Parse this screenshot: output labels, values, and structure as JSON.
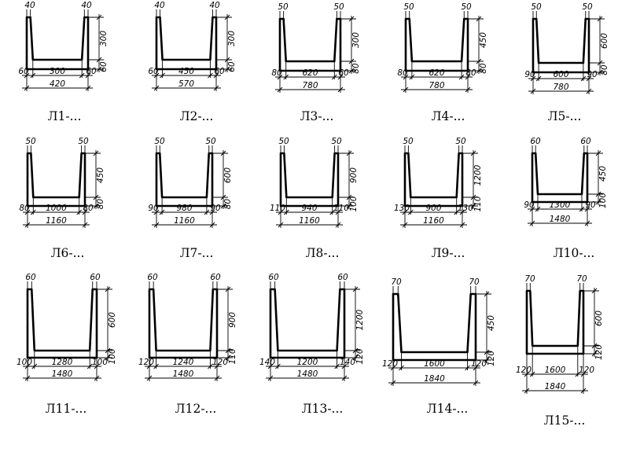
{
  "profiles": [
    {
      "caption": "Л1-...",
      "top_l": "40",
      "top_r": "40",
      "bot_l": "60",
      "inner": "300",
      "bot_r": "60",
      "total": "420",
      "height": "300",
      "thick": "60"
    },
    {
      "caption": "Л2-...",
      "top_l": "40",
      "top_r": "40",
      "bot_l": "60",
      "inner": "450",
      "bot_r": "60",
      "total": "570",
      "height": "300",
      "thick": "60"
    },
    {
      "caption": "Л3-...",
      "top_l": "50",
      "top_r": "50",
      "bot_l": "80",
      "inner": "620",
      "bot_r": "60",
      "total": "780",
      "height": "300",
      "thick": "80"
    },
    {
      "caption": "Л4-...",
      "top_l": "50",
      "top_r": "50",
      "bot_l": "80",
      "inner": "620",
      "bot_r": "80",
      "total": "780",
      "height": "450",
      "thick": "80"
    },
    {
      "caption": "Л5-...",
      "top_l": "50",
      "top_r": "50",
      "bot_l": "90",
      "inner": "600",
      "bot_r": "90",
      "total": "780",
      "height": "600",
      "thick": "80"
    },
    {
      "caption": "Л6-...",
      "top_l": "50",
      "top_r": "50",
      "bot_l": "80",
      "inner": "1000",
      "bot_r": "80",
      "total": "1160",
      "height": "450",
      "thick": "80"
    },
    {
      "caption": "Л7-...",
      "top_l": "50",
      "top_r": "50",
      "bot_l": "90",
      "inner": "980",
      "bot_r": "90",
      "total": "1160",
      "height": "600",
      "thick": "80"
    },
    {
      "caption": "Л8-...",
      "top_l": "50",
      "top_r": "50",
      "bot_l": "110",
      "inner": "940",
      "bot_r": "110",
      "total": "1160",
      "height": "900",
      "thick": "100"
    },
    {
      "caption": "Л9-...",
      "top_l": "50",
      "top_r": "50",
      "bot_l": "130",
      "inner": "900",
      "bot_r": "130",
      "total": "1160",
      "height": "1200",
      "thick": "110"
    },
    {
      "caption": "Л10-...",
      "top_l": "60",
      "top_r": "60",
      "bot_l": "90",
      "inner": "1300",
      "bot_r": "90",
      "total": "1480",
      "height": "450",
      "thick": "100"
    },
    {
      "caption": "Л11-...",
      "top_l": "60",
      "top_r": "60",
      "bot_l": "100",
      "inner": "1280",
      "bot_r": "100",
      "total": "1480",
      "height": "600",
      "thick": "100"
    },
    {
      "caption": "Л12-...",
      "top_l": "60",
      "top_r": "60",
      "bot_l": "120",
      "inner": "1240",
      "bot_r": "120",
      "total": "1480",
      "height": "900",
      "thick": "110"
    },
    {
      "caption": "Л13-...",
      "top_l": "60",
      "top_r": "60",
      "bot_l": "140",
      "inner": "1200",
      "bot_r": "140",
      "total": "1480",
      "height": "1200",
      "thick": "120"
    },
    {
      "caption": "Л14-...",
      "top_l": "70",
      "top_r": "70",
      "bot_l": "120",
      "inner": "1600",
      "bot_r": "120",
      "total": "1840",
      "height": "450",
      "thick": "120"
    },
    {
      "caption": "Л15-...",
      "top_l": "70",
      "top_r": "70",
      "bot_l": "120",
      "inner": "1600",
      "bot_r": "120",
      "total": "1840",
      "height": "600",
      "thick": "120"
    }
  ]
}
